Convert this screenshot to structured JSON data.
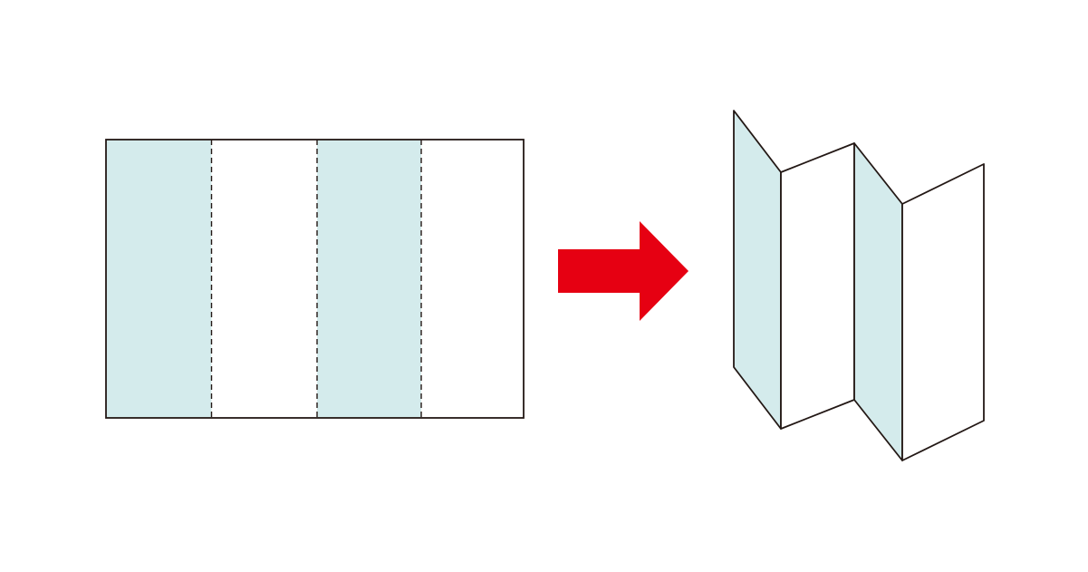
{
  "diagram": {
    "description_visible_text": "",
    "colors": {
      "background": "#ffffff",
      "panel_tint": "#d4ebec",
      "panel_plain": "#ffffff",
      "outline": "#231815",
      "arrow": "#e60012"
    },
    "flat_sheet": {
      "panel_count": 4,
      "panel_fills": [
        "tint",
        "plain",
        "tint",
        "plain"
      ],
      "fold_line_style": "dashed"
    },
    "arrow": {
      "direction": "right"
    },
    "folded_sheet": {
      "fold_type": "accordion",
      "panel_count": 4,
      "panel_fills": [
        "tint",
        "plain",
        "tint",
        "plain"
      ]
    }
  }
}
